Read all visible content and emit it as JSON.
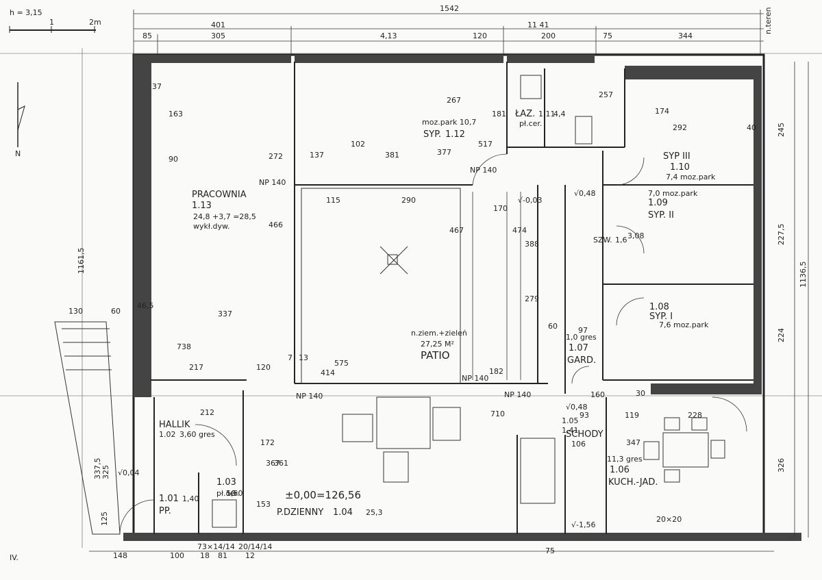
{
  "scale": {
    "h_label": "h = 3,15",
    "ticks": [
      "1",
      "2m"
    ]
  },
  "north": "N",
  "sheet_mark": "IV.",
  "top_dims": {
    "total": "1542",
    "right_total": "11 41",
    "segments_row1": [
      "401",
      "4,13",
      "120",
      "200",
      "75",
      "344"
    ],
    "segments_row2": [
      "85",
      "305"
    ],
    "teren": "n.teren"
  },
  "bottom_dims": [
    "148",
    "100",
    "18",
    "81",
    "12",
    "75"
  ],
  "bottom_small": [
    "73×14/14",
    "20/14/14"
  ],
  "right_dims": [
    "245",
    "227,5",
    "224",
    "326",
    "1136,5"
  ],
  "left_dims": [
    "1161,5",
    "337,5",
    "325",
    "125",
    "130",
    "60",
    "46,5"
  ],
  "rooms": {
    "pracownia": {
      "name": "PRACOWNIA",
      "num": "1.13",
      "area": "24,8 +3,7 =28,5",
      "floor": "wykł.dyw."
    },
    "syp112": {
      "name": "SYP.",
      "num": "1.12",
      "note": "moz.park 10,7"
    },
    "laz": {
      "name": "ŁAZ.",
      "num": "1.11",
      "area": "4,4",
      "floor": "pł.cer."
    },
    "syp110": {
      "name": "SYP III",
      "num": "1.10",
      "note": "7,4 moz.park"
    },
    "syp109": {
      "name": "SYP. II",
      "num": "1.09",
      "note": "7,0 moz.park"
    },
    "szw": {
      "name": "SZW.",
      "num": "1,6",
      "note": "3,08"
    },
    "syp108": {
      "name": "SYP. I",
      "num": "1.08",
      "note": "7,6 moz.park"
    },
    "patio": {
      "name": "PATIO",
      "area": "27,25 M²",
      "note": "n.ziem.+zieleń"
    },
    "gard": {
      "name": "GARD.",
      "num": "1.07",
      "area": "1,0 gres"
    },
    "hallik": {
      "name": "HALLIK",
      "num": "1.02",
      "area": "3,60 gres"
    },
    "pp": {
      "name": "PP.",
      "num": "1.01",
      "area": "1,40"
    },
    "wc": {
      "name": "1.03",
      "area": "1,50",
      "floor": "pł.cer."
    },
    "schody": {
      "name": "SCHODY",
      "num": "1.05",
      "area": "1,41"
    },
    "kuch": {
      "name": "KUCH.-JAD.",
      "num": "1.06",
      "area": "11,3 gres"
    },
    "dzienny": {
      "name": "P.DZIENNY",
      "num": "1.04",
      "area": "25,3"
    },
    "level": "±0,00=126,56"
  },
  "levels": [
    "√0,48",
    "√0,04",
    "√-0,03",
    "√0,48",
    "√-1,56"
  ],
  "np_marks": [
    "NP 140",
    "NP 140",
    "NP 140",
    "NP 140",
    "NP 140"
  ],
  "misc_dims": [
    "37",
    "163",
    "90",
    "272",
    "466",
    "337",
    "738",
    "217",
    "120",
    "7",
    "13",
    "575",
    "414",
    "267",
    "381",
    "102",
    "137",
    "377",
    "115",
    "290",
    "467",
    "474",
    "388",
    "279",
    "170",
    "182",
    "181",
    "517",
    "257",
    "292",
    "174",
    "40",
    "97",
    "60",
    "710",
    "93",
    "119",
    "228",
    "347",
    "106",
    "160",
    "212",
    "172",
    "367",
    "361",
    "153",
    "20×20",
    "50",
    "30"
  ]
}
